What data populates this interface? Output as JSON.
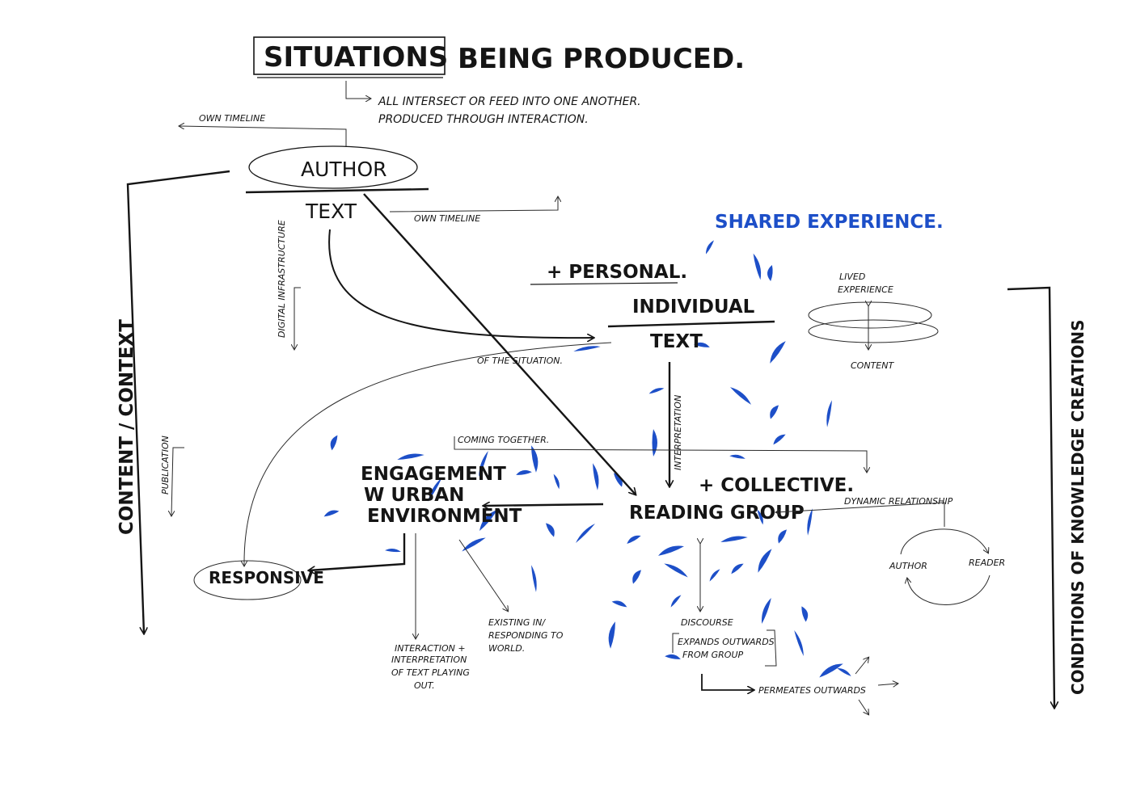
{
  "title": {
    "boxed_word": "SITUATIONS",
    "rest": "BEING PRODUCED."
  },
  "subtitle": {
    "line1": "ALL INTERSECT OR FEED INTO ONE ANOTHER.",
    "line2": "PRODUCED THROUGH INTERACTION."
  },
  "labels": {
    "own_timeline_top": "OWN TIMELINE",
    "author": "AUTHOR",
    "text_top": "TEXT",
    "own_timeline_mid": "OWN TIMELINE",
    "digital_infrastructure": "DIGITAL INFRASTRUCTURE",
    "shared_experience": "SHARED EXPERIENCE.",
    "personal": "+ PERSONAL.",
    "individual": "INDIVIDUAL",
    "text_mid": "TEXT",
    "of_the_situation": "OF THE SITUATION.",
    "lived_experience_1": "LIVED",
    "lived_experience_2": "EXPERIENCE",
    "content_small": "CONTENT",
    "content_context": "CONTENT / CONTEXT",
    "publication": "PUBLICATION",
    "coming_together": "COMING TOGETHER.",
    "interpretation": "INTERPRETATION",
    "engagement_1": "ENGAGEMENT",
    "engagement_2": "W URBAN",
    "engagement_3": "ENVIRONMENT",
    "collective": "+ COLLECTIVE.",
    "reading_group": "READING GROUP",
    "dynamic_relationship": "DYNAMIC RELATIONSHIP",
    "author_small": "AUTHOR",
    "reader_small": "READER",
    "responsive": "RESPONSIVE",
    "existing_1": "EXISTING IN/",
    "existing_2": "RESPONDING TO",
    "existing_3": "WORLD.",
    "interaction_1": "INTERACTION +",
    "interaction_2": "INTERPRETATION",
    "interaction_3": "OF TEXT PLAYING",
    "interaction_4": "OUT.",
    "discourse": "DISCOURSE",
    "expands_1": "EXPANDS OUTWARDS",
    "expands_2": "FROM GROUP",
    "permeates": "PERMEATES OUTWARDS",
    "conditions": "CONDITIONS OF KNOWLEDGE CREATIONS"
  },
  "colors": {
    "ink": "#151515",
    "accent_blue": "#1d4fc8",
    "paper": "#ffffff"
  }
}
